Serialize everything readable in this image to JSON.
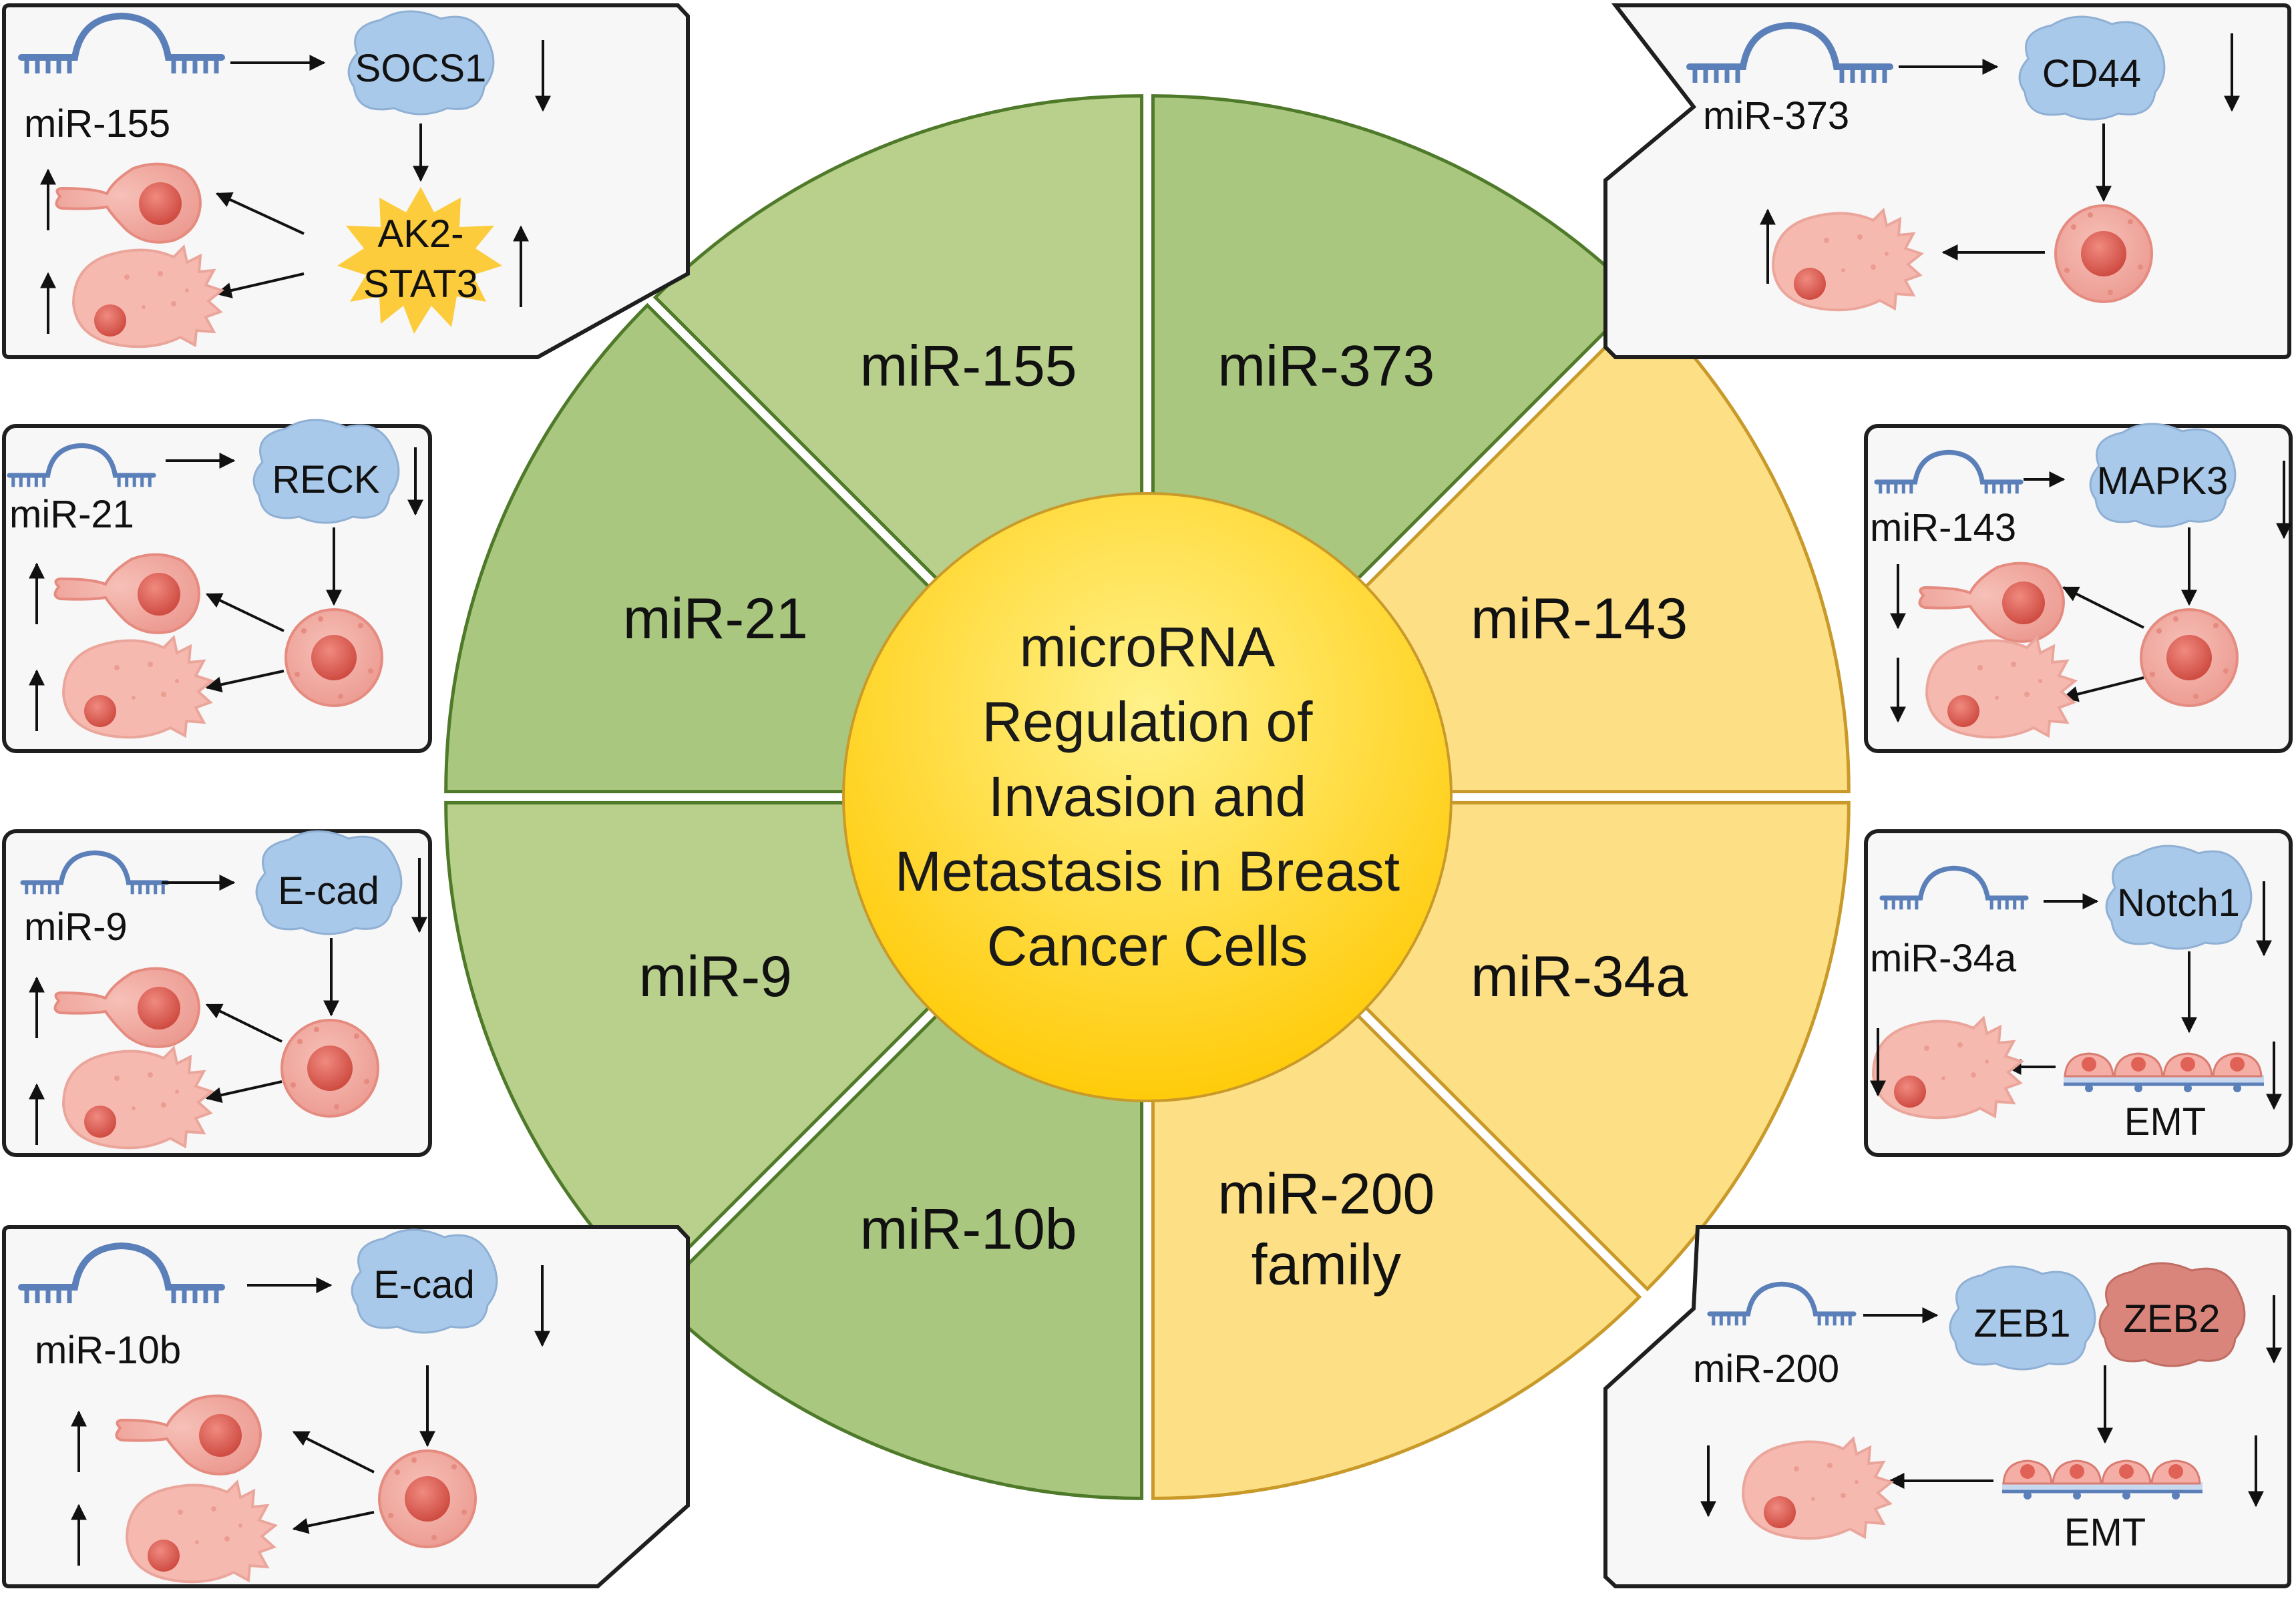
{
  "center": {
    "lines": [
      "microRNA",
      "Regulation of",
      "Invasion and",
      "Metastasis in Breast",
      "Cancer Cells"
    ]
  },
  "sectors": {
    "s0": {
      "lines": [
        "miR-373"
      ],
      "group": "green"
    },
    "s1": {
      "lines": [
        "miR-143"
      ],
      "group": "yellow"
    },
    "s2": {
      "lines": [
        "miR-34a"
      ],
      "group": "yellow"
    },
    "s3": {
      "lines": [
        "miR-200",
        "family"
      ],
      "group": "yellow"
    },
    "s4": {
      "lines": [
        "miR-10b"
      ],
      "group": "green"
    },
    "s5": {
      "lines": [
        "miR-9"
      ],
      "group": "green"
    },
    "s6": {
      "lines": [
        "miR-21"
      ],
      "group": "green"
    },
    "s7": {
      "lines": [
        "miR-155"
      ],
      "group": "green"
    }
  },
  "panels": {
    "p155": {
      "mir": "miR-155",
      "target": "SOCS1",
      "mediator": [
        "AK2-",
        "STAT3"
      ],
      "target_change": "down",
      "mediator_change": "up",
      "cell_changes": [
        "up",
        "up"
      ]
    },
    "p21": {
      "mir": "miR-21",
      "target": "RECK",
      "target_change": "down",
      "cell_changes": [
        "up",
        "up"
      ]
    },
    "p9": {
      "mir": "miR-9",
      "target": "E-cad",
      "target_change": "down",
      "cell_changes": [
        "up",
        "up"
      ]
    },
    "p10b": {
      "mir": "miR-10b",
      "target": "E-cad",
      "target_change": "down",
      "cell_changes": [
        "up",
        "up"
      ]
    },
    "p373": {
      "mir": "miR-373",
      "target": "CD44",
      "target_change": "down",
      "cell_changes": [
        "up"
      ]
    },
    "p143": {
      "mir": "miR-143",
      "target": "MAPK3",
      "target_change": "down",
      "cell_changes": [
        "down",
        "down"
      ]
    },
    "p34a": {
      "mir": "miR-34a",
      "target": "Notch1",
      "process": "EMT",
      "target_change": "down",
      "process_change": "down",
      "cell_changes": [
        "down"
      ]
    },
    "p200": {
      "mir": "miR-200",
      "target": "ZEB1",
      "target2": "ZEB2",
      "process": "EMT",
      "target_change": "down",
      "process_change": "down",
      "cell_changes": [
        "down"
      ]
    }
  },
  "colors": {
    "green_fill_light": "#b8d08c",
    "green_fill_dark": "#a9c77e",
    "green_stroke": "#4f7a2a",
    "yellow_fill": "#fde085",
    "yellow_stroke": "#c99a2a",
    "center_fill_top": "#fff07a",
    "center_fill_bottom": "#ffcc00",
    "panel_fill": "#f7f7f7",
    "panel_stroke": "#1f1f1f",
    "rna_blue": "#5b7fb8",
    "protein_blue": "#a9c9ea",
    "protein_red": "#d9857c",
    "star_yellow": "#fccc3c",
    "cell_pink": "#f4aea6",
    "cell_nucleus": "#e06257"
  }
}
